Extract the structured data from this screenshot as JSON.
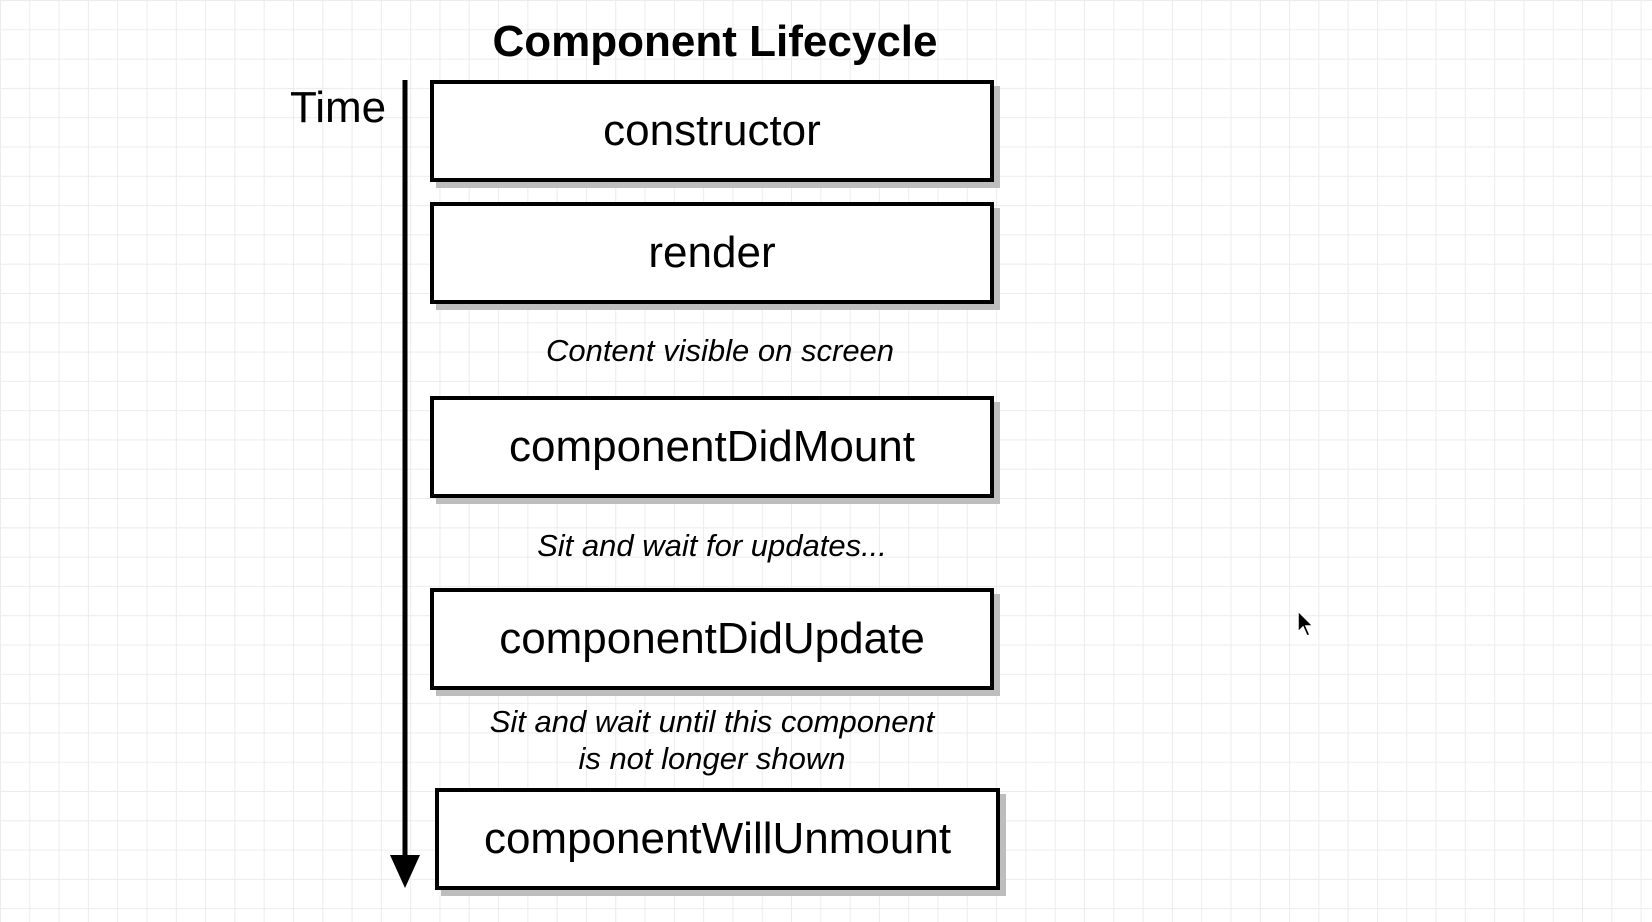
{
  "title": "Component Lifecycle",
  "time_label": "Time",
  "stages": [
    "constructor",
    "render",
    "componentDidMount",
    "componentDidUpdate",
    "componentWillUnmount"
  ],
  "notes": [
    "Content visible on screen",
    "Sit and wait for updates...",
    "Sit and wait until this component\nis not longer shown"
  ],
  "icons": {
    "cursor": "mouse-pointer-icon",
    "time_arrow": "arrow-down-icon"
  },
  "colors": {
    "stroke": "#000000",
    "shadow": "#bdbdbd",
    "grid": "#ececec"
  }
}
